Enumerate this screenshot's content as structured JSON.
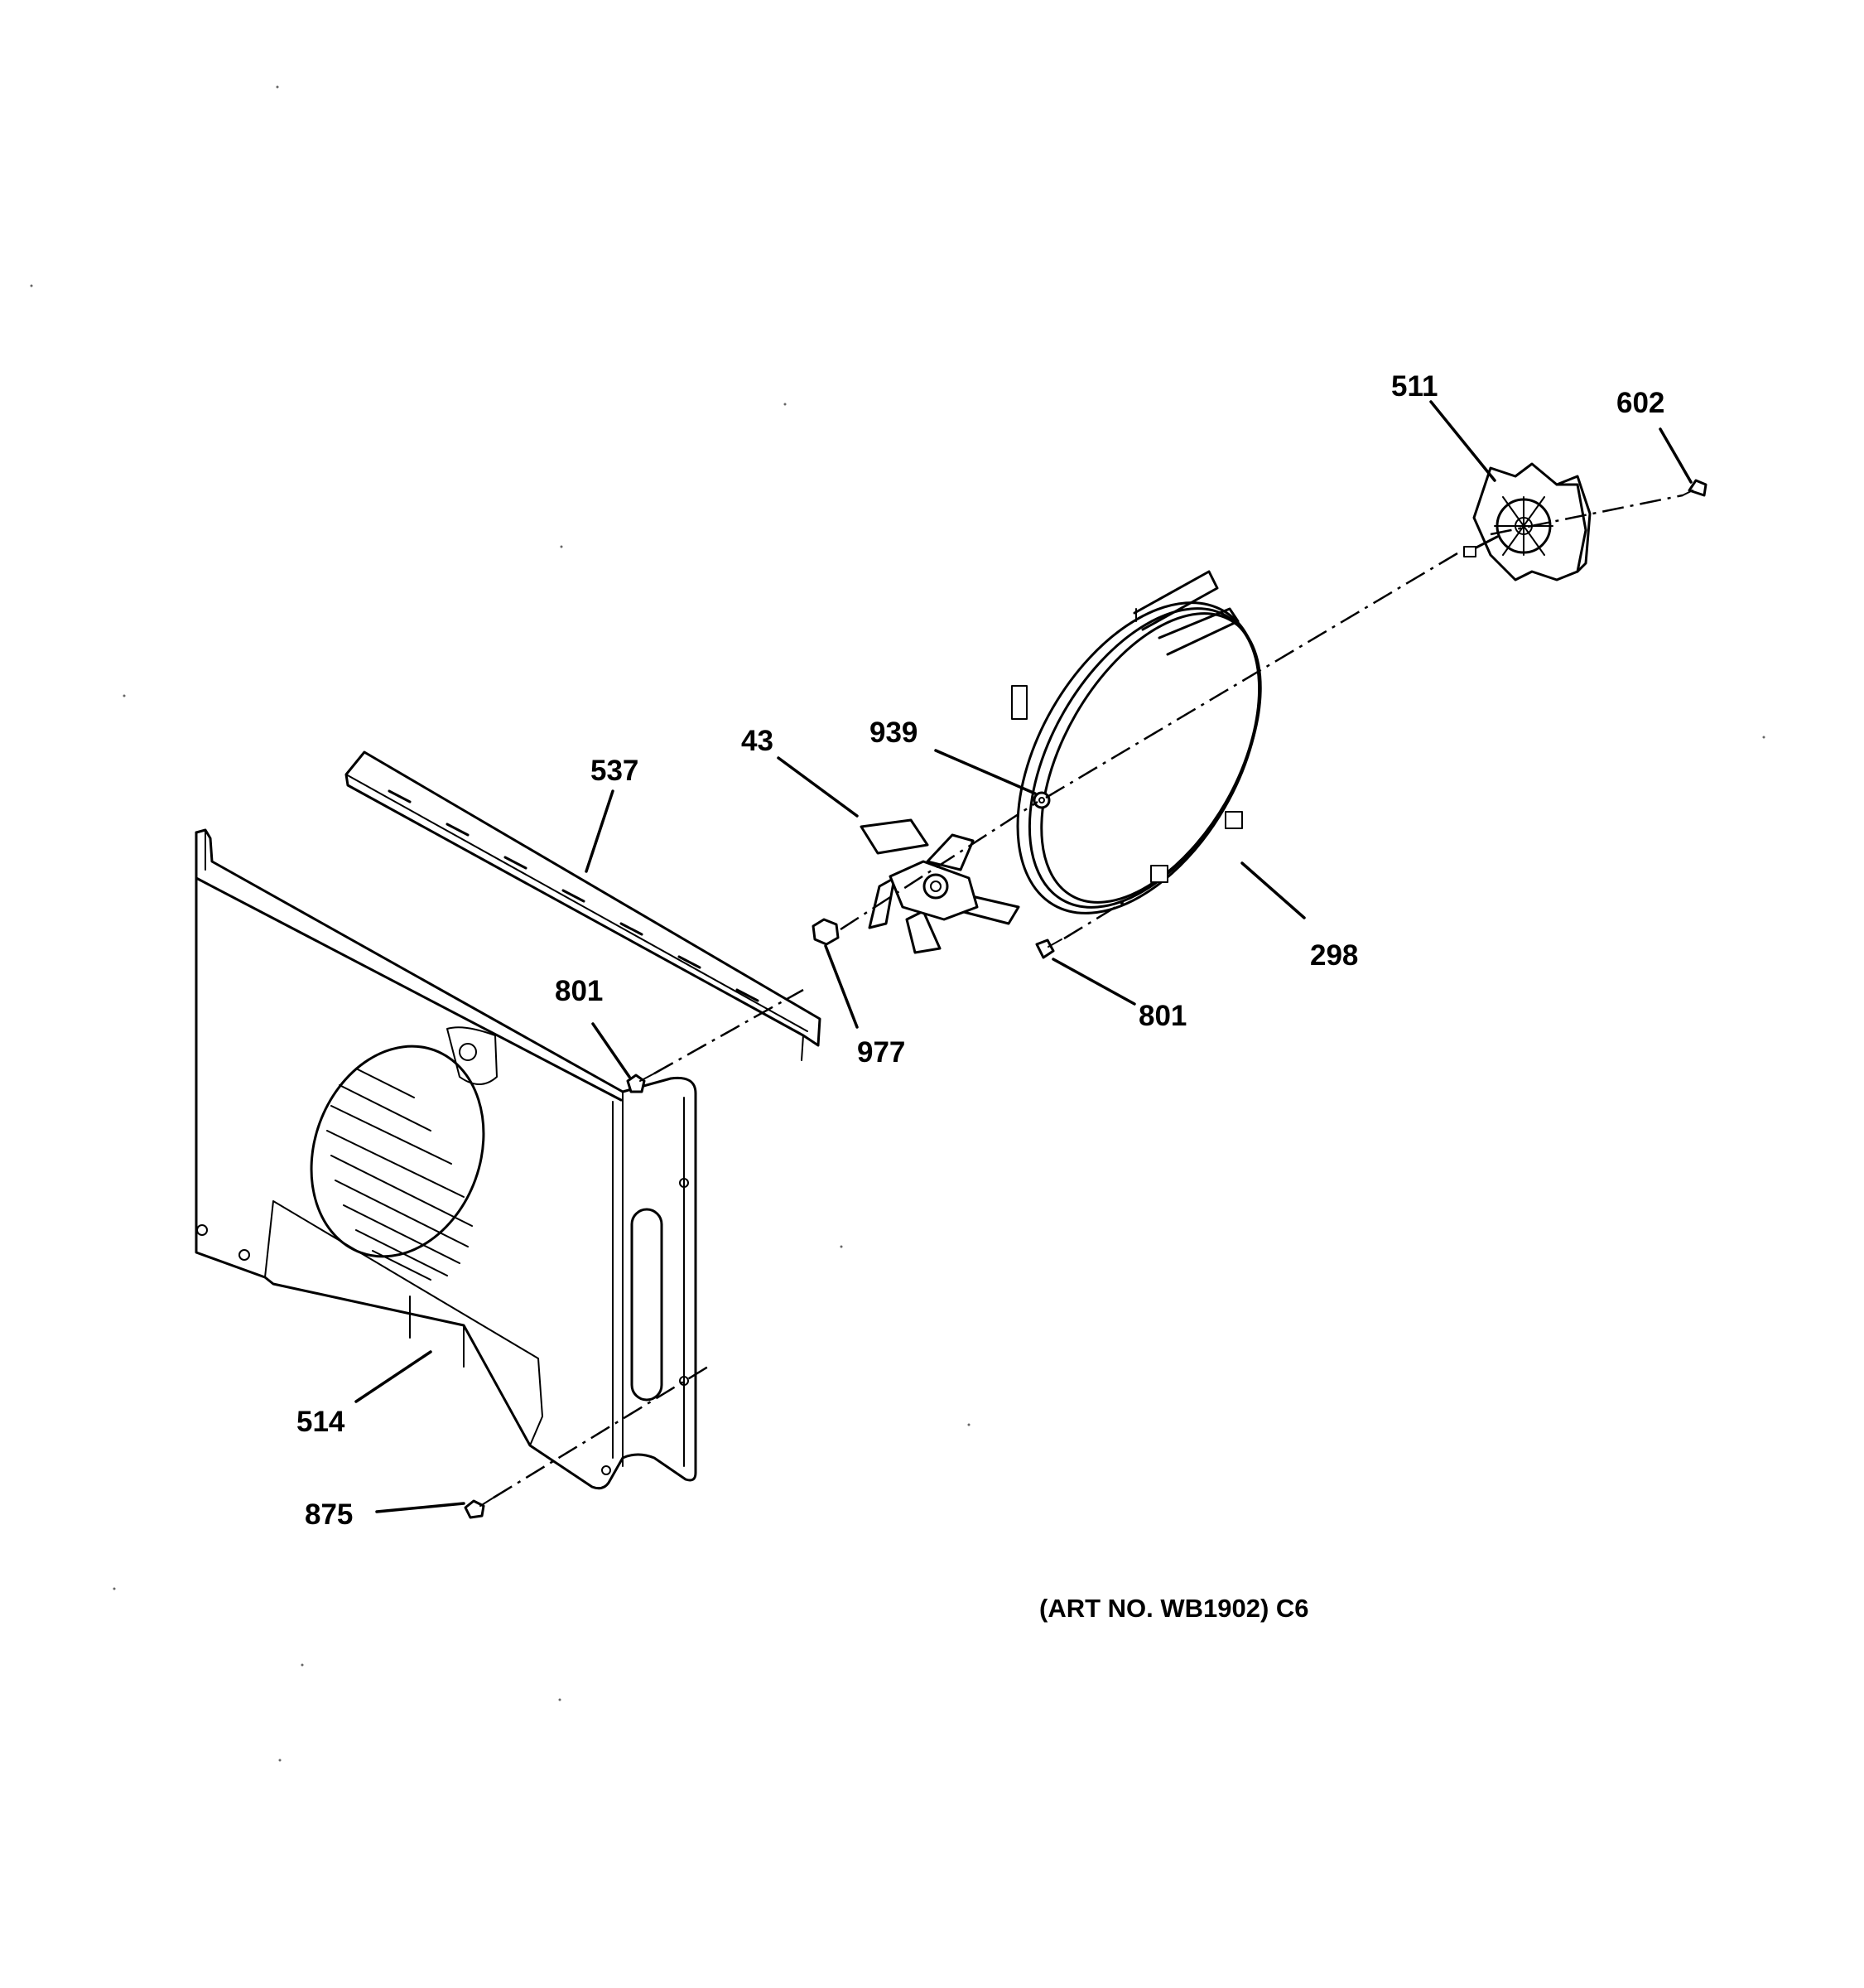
{
  "diagram": {
    "caption": "(ART NO. WB1902) C6",
    "parts": [
      {
        "key": "p511",
        "label": "511",
        "part": "convection fan motor"
      },
      {
        "key": "p602",
        "label": "602",
        "part": "motor screw"
      },
      {
        "key": "p939",
        "label": "939",
        "part": "washer"
      },
      {
        "key": "p43",
        "label": "43",
        "part": "fan blade"
      },
      {
        "key": "p537",
        "label": "537",
        "part": "bracket"
      },
      {
        "key": "p298",
        "label": "298",
        "part": "ring heating element"
      },
      {
        "key": "p977",
        "label": "977",
        "part": "nut"
      },
      {
        "key": "p801a",
        "label": "801",
        "part": "screw"
      },
      {
        "key": "p801b",
        "label": "801",
        "part": "screw"
      },
      {
        "key": "p514",
        "label": "514",
        "part": "convection baffle"
      },
      {
        "key": "p875",
        "label": "875",
        "part": "screw"
      }
    ]
  }
}
